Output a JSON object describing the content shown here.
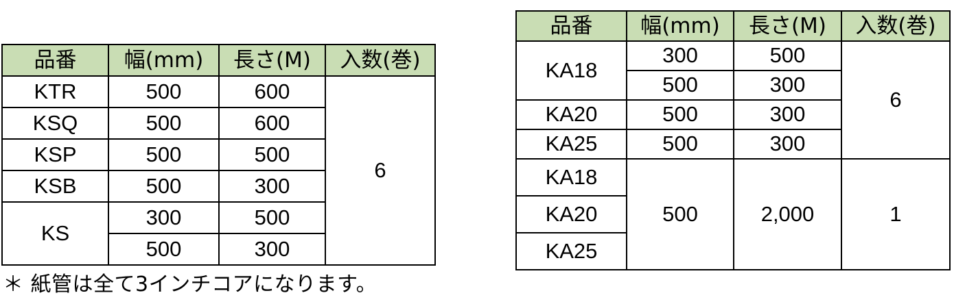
{
  "colors": {
    "header_background": "#c9ddb4",
    "border": "#000000",
    "text": "#000000",
    "page_background": "#ffffff"
  },
  "tables": {
    "left": {
      "name": "KTR / KSQ / KSP / KSB / KS series spec table",
      "columns": [
        "品番",
        "幅(mm)",
        "長さ(M)",
        "入数(巻)"
      ],
      "rows": [
        {
          "code": "KTR",
          "width": "500",
          "length": "600"
        },
        {
          "code": "KSQ",
          "width": "500",
          "length": "600"
        },
        {
          "code": "KSP",
          "width": "500",
          "length": "500"
        },
        {
          "code": "KSB",
          "width": "500",
          "length": "300"
        },
        {
          "code": "KS",
          "width": "300",
          "length": "500"
        },
        {
          "code": "KS",
          "width": "500",
          "length": "300"
        }
      ],
      "merged_code_label": "KS",
      "quantity": "6"
    },
    "right": {
      "name": "KA18 / KA20 / KA25 series spec table",
      "columns": [
        "品番",
        "幅(mm)",
        "長さ(M)",
        "入数(巻)"
      ],
      "group_a": {
        "rows": [
          {
            "code": "KA18",
            "width": "300",
            "length": "500"
          },
          {
            "code": "KA18",
            "width": "500",
            "length": "300"
          },
          {
            "code": "KA20",
            "width": "500",
            "length": "300"
          },
          {
            "code": "KA25",
            "width": "500",
            "length": "300"
          }
        ],
        "merged_code_label": "KA18",
        "quantity": "6"
      },
      "group_b": {
        "codes": [
          "KA18",
          "KA20",
          "KA25"
        ],
        "width": "500",
        "length": "2,000",
        "quantity": "1"
      }
    }
  },
  "footnote": "＊ 紙管は全て3インチコアになります。"
}
